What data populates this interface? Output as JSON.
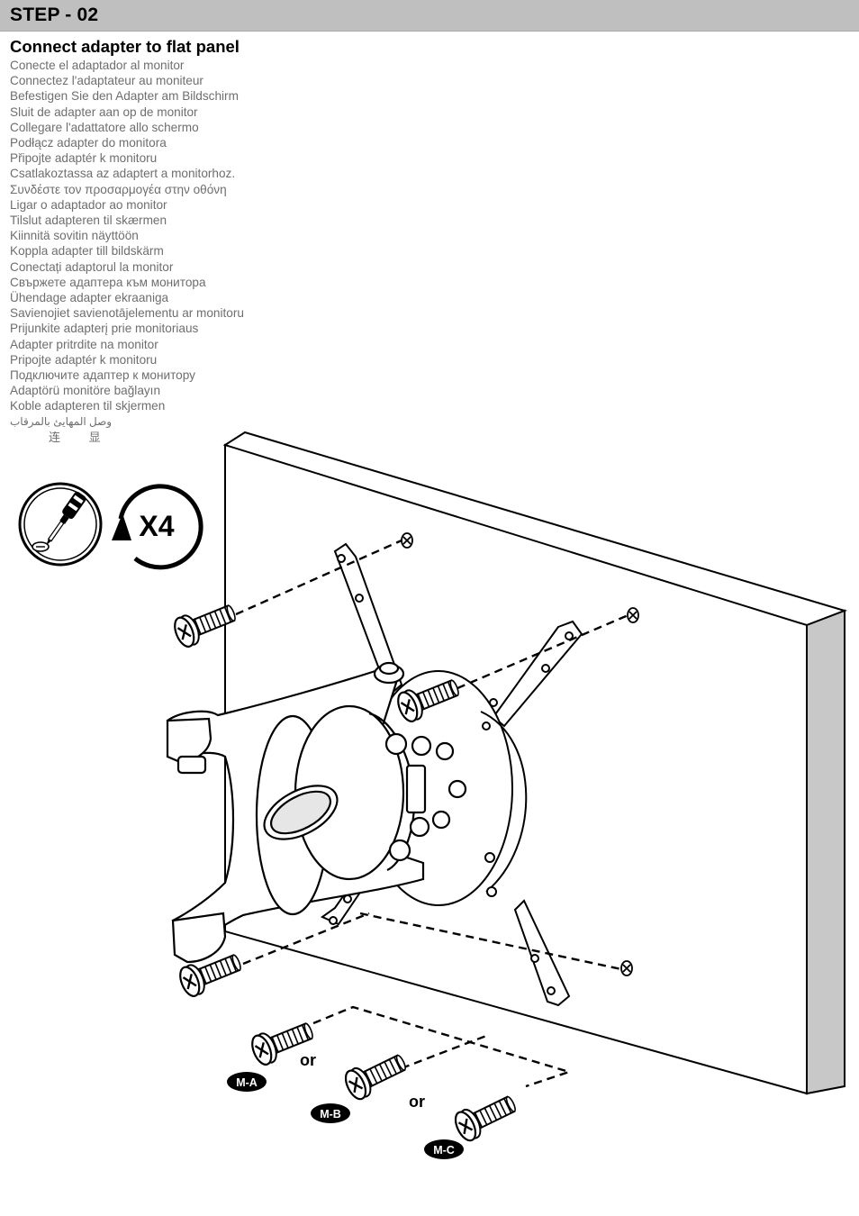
{
  "header": {
    "step": "STEP - 02"
  },
  "instruction": {
    "title": "Connect adapter to flat panel",
    "translations": [
      "Conecte el adaptador al monitor",
      "Connectez l'adaptateur au moniteur",
      "Befestigen Sie den Adapter am Bildschirm",
      "Sluit de adapter aan op de monitor",
      "Collegare l'adattatore allo schermo",
      "Podłącz adapter do monitora",
      "Připojte adaptér k monitoru",
      "Csatlakoztassa az adaptert a monitorhoz.",
      "Συνδέστε τον προσαρμογέα στην οθόνη",
      "Ligar o adaptador ao monitor",
      "Tilslut adapteren til skærmen",
      "Kiinnitä sovitin näyttöön",
      "Koppla adapter till bildskärm",
      "Conectați adaptorul la monitor",
      "Свържете адаптера към монитора",
      "Ühendage adapter ekraaniga",
      "Savienojiet savienotājelementu ar monitoru",
      "Prijunkite adapterį prie monitoriaus",
      "Adapter pritrdite na monitor",
      "Pripojte adaptér k monitoru",
      "Подключите адаптер к монитору",
      "Adaptörü monitöre bağlayın",
      "Koble adapteren til skjermen",
      "وصل المهايئ بالمرقاب",
      "连 显"
    ]
  },
  "tool": {
    "icon": "screwdriver-icon",
    "rotation_icon": "clockwise-rotation-icon",
    "quantity": "X4"
  },
  "screws": {
    "option_a": "M-A",
    "option_b": "M-B",
    "option_c": "M-C",
    "or_label": "or"
  },
  "colors": {
    "header_bg": "#bfbfbf",
    "panel_side": "#c8c8c8",
    "badge_bg": "#000000",
    "translation_text": "#6e6e6e"
  }
}
